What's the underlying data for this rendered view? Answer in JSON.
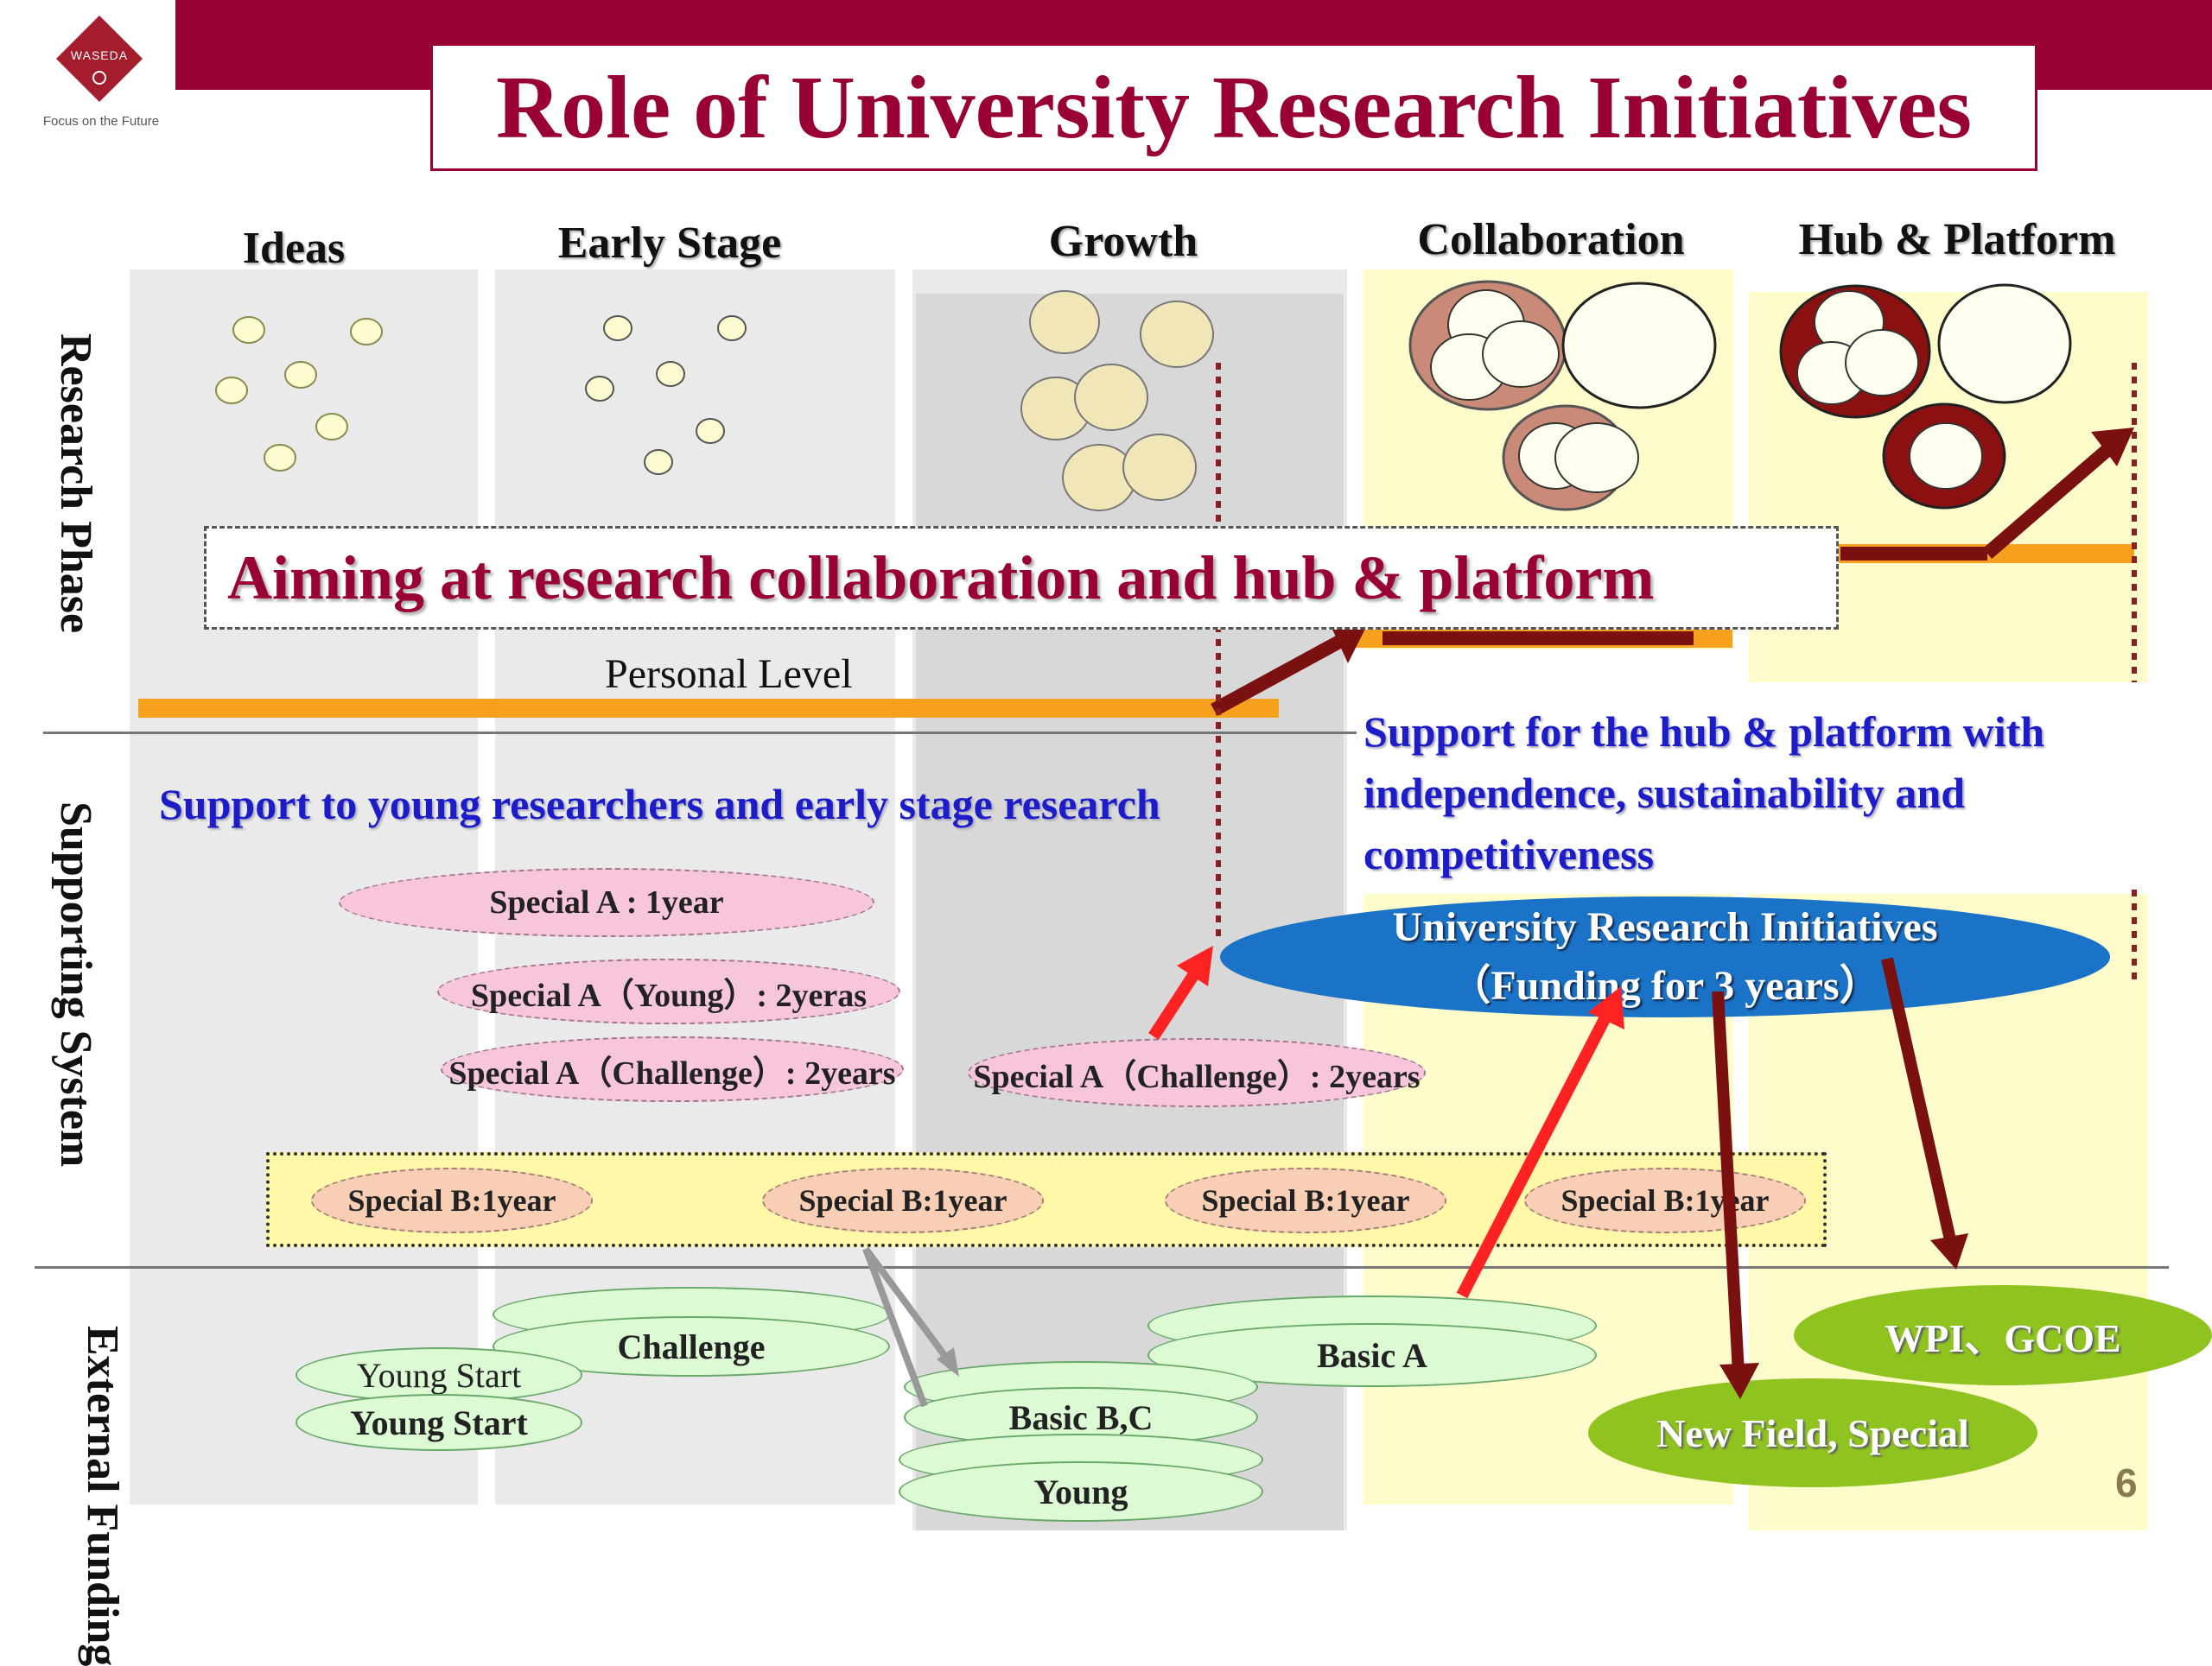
{
  "logo": {
    "name": "WASEDA",
    "tagline": "Focus on the Future"
  },
  "title": "Role of University Research Initiatives",
  "columns": [
    "Ideas",
    "Early Stage",
    "Growth",
    "Collaboration",
    "Hub & Platform"
  ],
  "rows": {
    "research_phase": "Research Phase",
    "supporting_system": "Supporting System",
    "external_funding": "External Funding"
  },
  "banner": "Aiming at research collaboration and hub & platform",
  "personal_level": "Personal Level",
  "support_young": "Support to young researchers and early stage research",
  "support_hub": "Support for the hub & platform with independence, sustainability  and competitiveness",
  "uri": {
    "line1": "University Research Initiatives",
    "line2": "（Funding for 3 years）"
  },
  "special_a": {
    "one_year": "Special A : 1year",
    "young": "Special A（Young）: 2yeras",
    "challenge": "Special A（Challenge）: 2years",
    "challenge_growth": "Special A（Challenge）: 2years"
  },
  "special_b": [
    "Special B:1year",
    "Special B:1year",
    "Special B:1year",
    "Special B:1year"
  ],
  "external": {
    "challenge": "Challenge",
    "young_start_1": "Young Start",
    "young_start_2": "Young Start",
    "basic_a": "Basic A",
    "basic_bc": "Basic B,C",
    "young": "Young",
    "wpi": "WPI、GCOE",
    "new_field": "New Field, Special"
  },
  "page_number": "6",
  "colors": {
    "maroon": "#990033",
    "orange": "#f7a01e",
    "blue": "#1a73c6",
    "lime": "#8fc31f",
    "arrow_red": "#ff2222",
    "arrow_dark": "#7a1010"
  }
}
